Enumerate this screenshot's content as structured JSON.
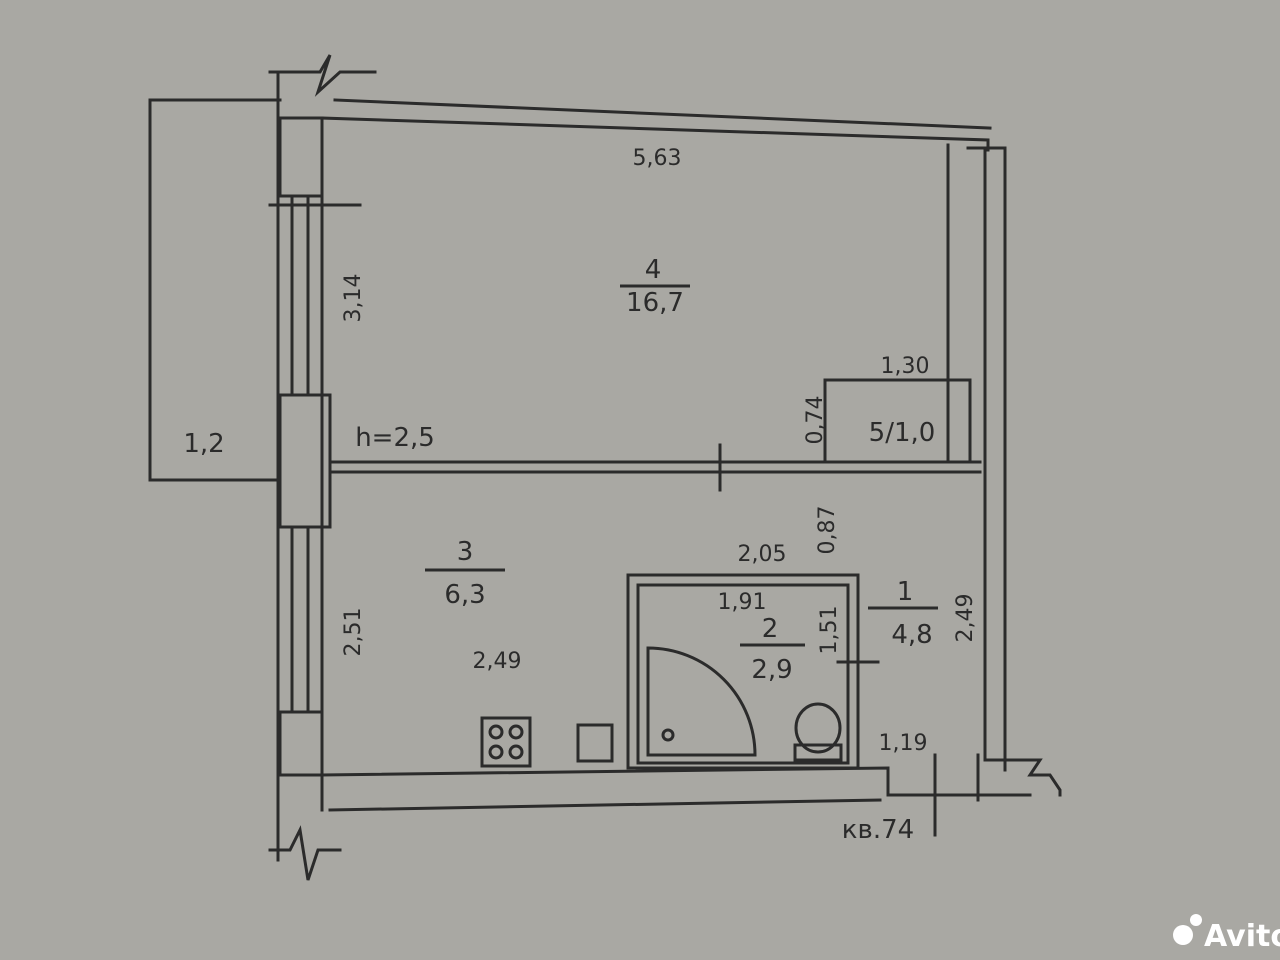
{
  "rooms": [
    {
      "number": "4",
      "area": "16,7"
    },
    {
      "number": "3",
      "area": "6,3"
    },
    {
      "number": "2",
      "area": "2,9"
    },
    {
      "number": "1",
      "area": "4,8"
    }
  ],
  "closet_label": "5/1,0",
  "balcony_area": "1,2",
  "ceiling_height": "h=2,5",
  "dimensions": {
    "top_width": "5,63",
    "left_upper": "3,14",
    "left_lower": "2,51",
    "closet_width": "1,30",
    "closet_depth": "0,74",
    "mid_right": "0,87",
    "bath_width_outer": "2,05",
    "bath_width_inner": "1,91",
    "bath_height": "1,51",
    "kitchen_width": "2,49",
    "hall_height": "2,49",
    "door_width": "1,19"
  },
  "apartment_label": "кв.74",
  "watermark": "Avito",
  "colors": {
    "paper": "#a9a8a3",
    "line": "#2b2b2b",
    "watermark": "#ffffff"
  }
}
